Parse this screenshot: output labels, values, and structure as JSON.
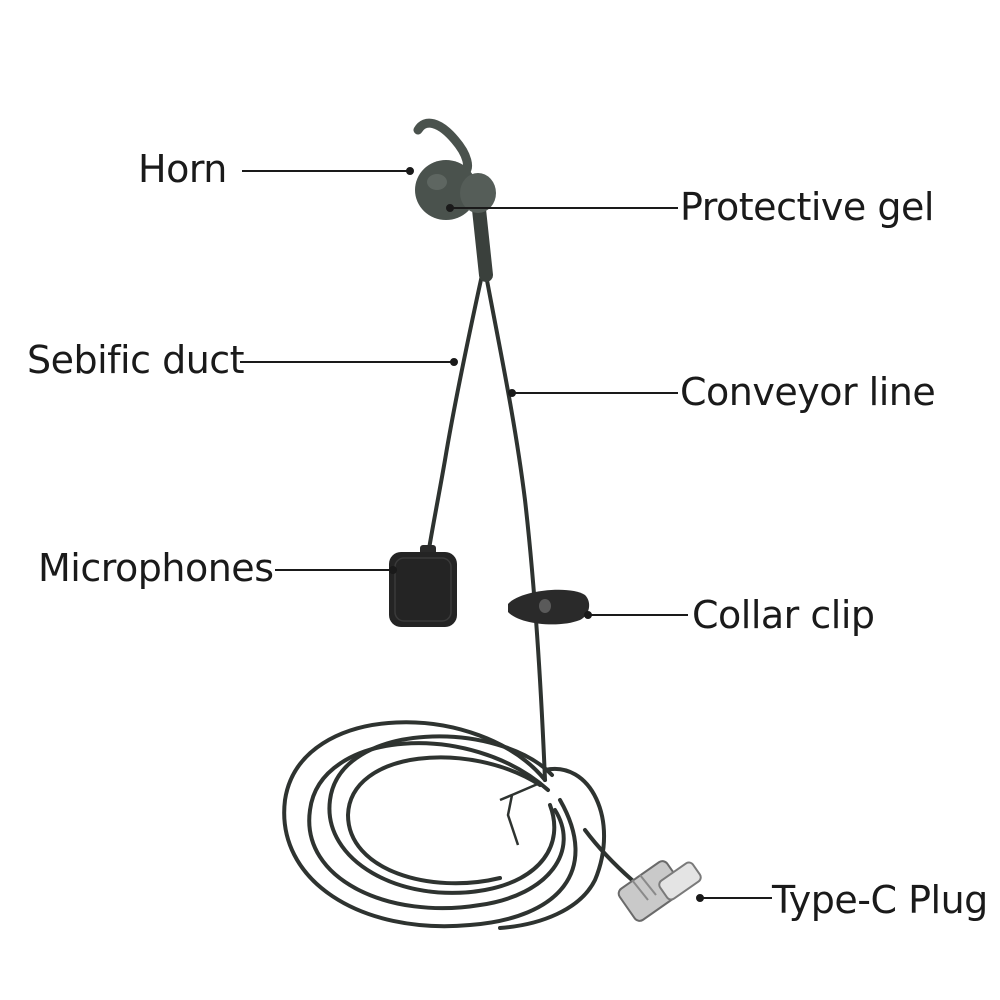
{
  "labels": {
    "horn": "Horn",
    "protective_gel": "Protective gel",
    "sebific_duct": "Sebific duct",
    "conveyor_line": "Conveyor line",
    "microphones": "Microphones",
    "collar_clip": "Collar clip",
    "type_c_plug": "Type-C Plug"
  },
  "colors": {
    "background": "#ffffff",
    "text": "#1a1a1a",
    "leader_line": "#1a1a1a",
    "cable": "#2e3330",
    "earpiece": "#4a524d",
    "foam": "#242424",
    "plug_metal": "#b8b8b8"
  }
}
